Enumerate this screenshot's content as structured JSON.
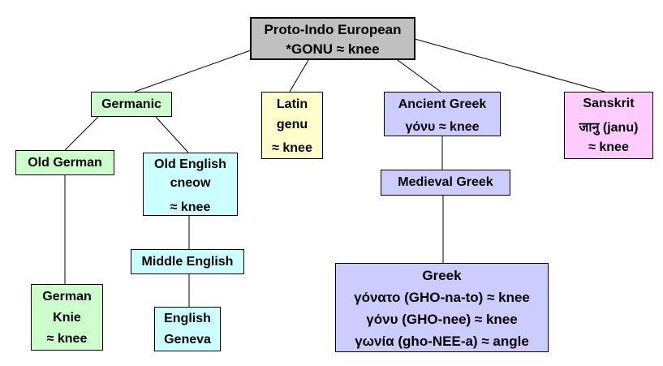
{
  "diagram": {
    "subject": "Etymology tree of the word knee from Proto-Indo European *GONU",
    "background": "#ffffff",
    "line_color": "#000000",
    "border_color": "#000000"
  },
  "colors": {
    "proto_fill": "#c0c0c0",
    "germanic_fill": "#ccffcc",
    "latin_fill": "#ffffcc",
    "greek_fill": "#ccccff",
    "sanskrit_fill": "#ffccff",
    "english_fill": "#ccffff"
  },
  "nodes": {
    "pie": {
      "line1": "Proto-Indo European",
      "line2": "*GONU ≈ knee"
    },
    "germanic": {
      "line1": "Germanic"
    },
    "latin": {
      "line1": "Latin",
      "line2": "genu",
      "line3": "≈ knee"
    },
    "ancient_greek": {
      "line1": "Ancient Greek",
      "line2": "γόνυ ≈ knee"
    },
    "sanskrit": {
      "line1": "Sanskrit",
      "line2": "जानु (janu)",
      "line3": "≈ knee"
    },
    "old_german": {
      "line1": "Old German"
    },
    "old_english": {
      "line1": "Old English",
      "line2": "cneow",
      "line3": "≈ knee"
    },
    "medieval_greek": {
      "line1": "Medieval Greek"
    },
    "middle_english": {
      "line1": "Middle English"
    },
    "german": {
      "line1": "German",
      "line2": "Knie",
      "line3": "≈ knee"
    },
    "english_geneva": {
      "line1": "English",
      "line2": "Geneva"
    },
    "greek": {
      "line1": "Greek",
      "line2": "γόνατο (GHO-na-to) ≈ knee",
      "line3": "γόνυ (GHO-nee) ≈ knee",
      "line4": "γωνία (gho-NEE-a) ≈ angle"
    }
  },
  "edges": [
    {
      "from": "pie",
      "to": "germanic"
    },
    {
      "from": "pie",
      "to": "latin"
    },
    {
      "from": "pie",
      "to": "ancient_greek"
    },
    {
      "from": "pie",
      "to": "sanskrit"
    },
    {
      "from": "germanic",
      "to": "old_german"
    },
    {
      "from": "germanic",
      "to": "old_english"
    },
    {
      "from": "old_german",
      "to": "german"
    },
    {
      "from": "old_english",
      "to": "middle_english"
    },
    {
      "from": "middle_english",
      "to": "english_geneva"
    },
    {
      "from": "ancient_greek",
      "to": "medieval_greek"
    },
    {
      "from": "medieval_greek",
      "to": "greek"
    }
  ]
}
